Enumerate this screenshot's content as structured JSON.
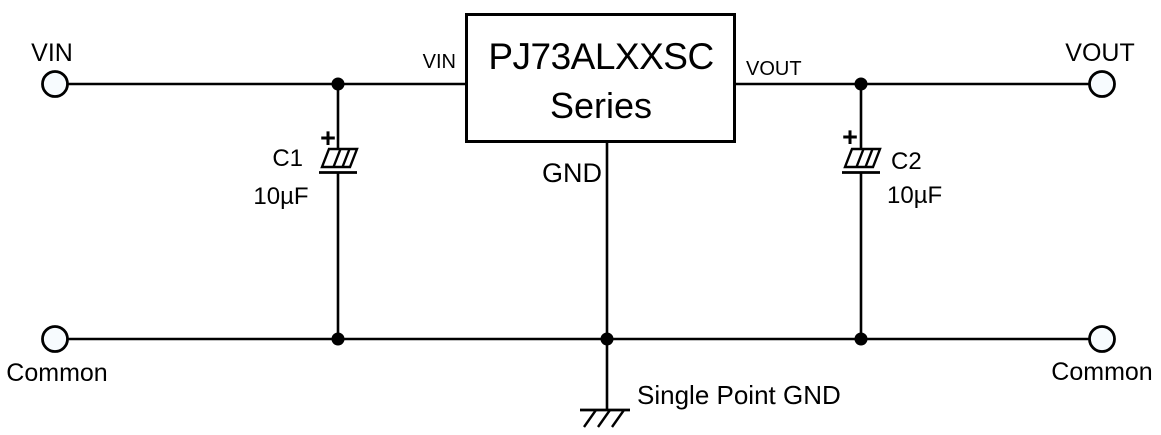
{
  "colors": {
    "line": "#000000",
    "text": "#000000",
    "background": "#ffffff",
    "terminal_fill": "#f7fbfe"
  },
  "regulator": {
    "name_line1": "PJ73ALXXSC",
    "name_line2": "Series",
    "pin_in": "VIN",
    "pin_out": "VOUT",
    "pin_gnd": "GND"
  },
  "terminals": {
    "input": "VIN",
    "output": "VOUT",
    "common_left": "Common",
    "common_right": "Common"
  },
  "capacitors": [
    {
      "ref": "C1",
      "value": "10µF",
      "polarity": "+"
    },
    {
      "ref": "C2",
      "value": "10µF",
      "polarity": "+"
    }
  ],
  "ground_label": "Single Point GND"
}
